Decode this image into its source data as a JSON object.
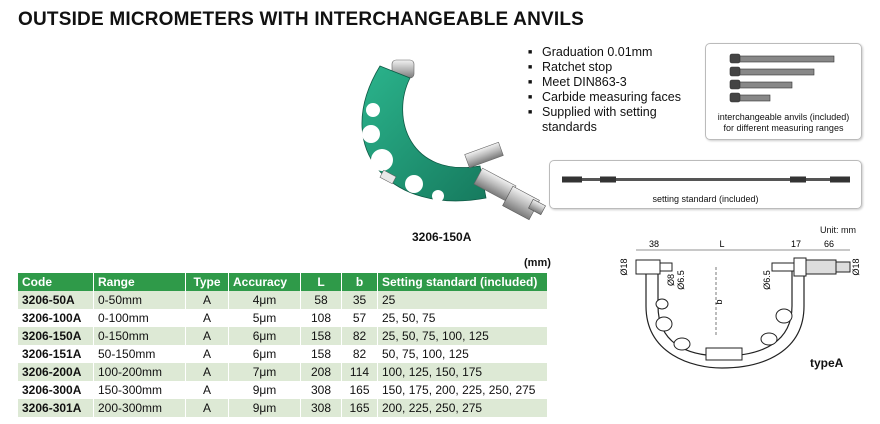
{
  "title": "OUTSIDE MICROMETERS WITH INTERCHANGEABLE ANVILS",
  "features": [
    "Graduation 0.01mm",
    "Ratchet stop",
    "Meet DIN863-3",
    "Carbide measuring faces",
    "Supplied with setting standards"
  ],
  "anvils_caption": [
    "interchangeable anvils (included)",
    "for different measuring ranges"
  ],
  "setting_standard_caption": "setting standard (included)",
  "model_label": "3206-150A",
  "table_unit": "(mm)",
  "drawing_unit": "Unit: mm",
  "type_label": "typeA",
  "dimensions": {
    "d18_left": "Ø18",
    "d38": "38",
    "L": "L",
    "d17": "17",
    "d66": "66",
    "d18_right": "Ø18",
    "d8": "Ø8",
    "d65_left": "Ø6.5",
    "d65_right": "Ø6.5",
    "b": "b"
  },
  "table": {
    "headers": [
      "Code",
      "Range",
      "Type",
      "Accuracy",
      "L",
      "b",
      "Setting standard (included)"
    ],
    "rows": [
      [
        "3206-50A",
        "0-50mm",
        "A",
        "4μm",
        "58",
        "35",
        "25"
      ],
      [
        "3206-100A",
        "0-100mm",
        "A",
        "5μm",
        "108",
        "57",
        "25, 50, 75"
      ],
      [
        "3206-150A",
        "0-150mm",
        "A",
        "6μm",
        "158",
        "82",
        "25, 50, 75, 100, 125"
      ],
      [
        "3206-151A",
        "50-150mm",
        "A",
        "6μm",
        "158",
        "82",
        "50, 75, 100, 125"
      ],
      [
        "3206-200A",
        "100-200mm",
        "A",
        "7μm",
        "208",
        "114",
        "100, 125, 150, 175"
      ],
      [
        "3206-300A",
        "150-300mm",
        "A",
        "9μm",
        "308",
        "165",
        "150, 175, 200, 225, 250, 275"
      ],
      [
        "3206-301A",
        "200-300mm",
        "A",
        "9μm",
        "308",
        "165",
        "200, 225, 250, 275"
      ]
    ]
  },
  "colors": {
    "header_green": "#2f9a49",
    "row_stripe": "#dde9d5",
    "frame_green": "#1f9a78"
  }
}
